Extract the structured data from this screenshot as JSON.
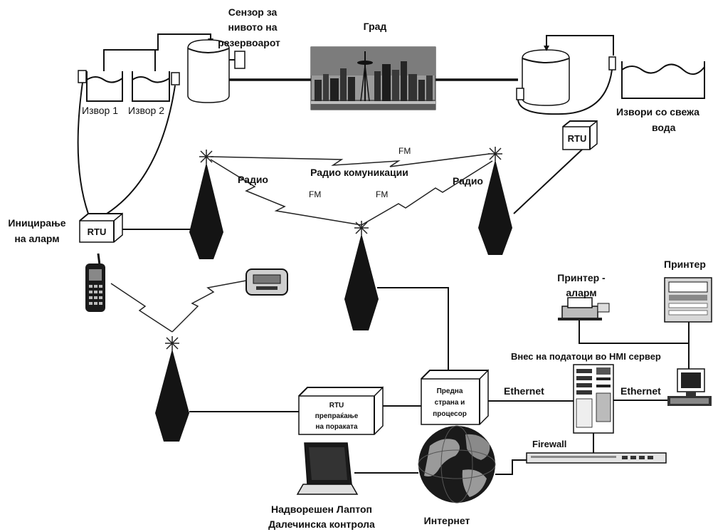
{
  "labels": {
    "sensor_line1": "Сензор за",
    "sensor_line2": "нивото на",
    "sensor_line3": "резервоарот",
    "city": "Град",
    "source1": "Извор 1",
    "source2": "Извор 2",
    "fresh_line1": "Извори со свежа",
    "fresh_line2": "вода",
    "rtu_right": "RTU",
    "rtu_left": "RTU",
    "fm_top": "FM",
    "fm_left": "FM",
    "fm_mid": "FM",
    "radio_comm": "Радио комуникации",
    "radio_left": "Радио",
    "radio_right": "Радио",
    "alarm_line1": "Иницирање",
    "alarm_line2": "на аларм",
    "printer_alarm_line1": "Принтер -",
    "printer_alarm_line2": "аларм",
    "printer": "Принтер",
    "hmi": "Внес на податоци во HMI сервер",
    "ethernet_left": "Ethernet",
    "ethernet_right": "Ethernet",
    "firewall": "Firewall",
    "rtu_box_line1": "RTU",
    "rtu_box_line2": "препраќање",
    "rtu_box_line3": "на пораката",
    "frontend_line1": "Предна",
    "frontend_line2": "страна и",
    "frontend_line3": "процесор",
    "laptop_line1": "Надворешен Лаптоп",
    "laptop_line2": "Далечинска контрола",
    "internet": "Интернет"
  },
  "colors": {
    "line": "#111111",
    "tower": "#141414",
    "city_sky": "#8a8a8a",
    "globe": "#1a1a1a"
  },
  "icons": [
    "tank-icon",
    "reservoir-icon",
    "city-skyline-image",
    "radio-tower-icon",
    "mobile-phone-icon",
    "pager-icon",
    "printer-icon",
    "server-rack-icon",
    "workstation-icon",
    "firewall-icon",
    "laptop-icon",
    "internet-globe-icon"
  ]
}
